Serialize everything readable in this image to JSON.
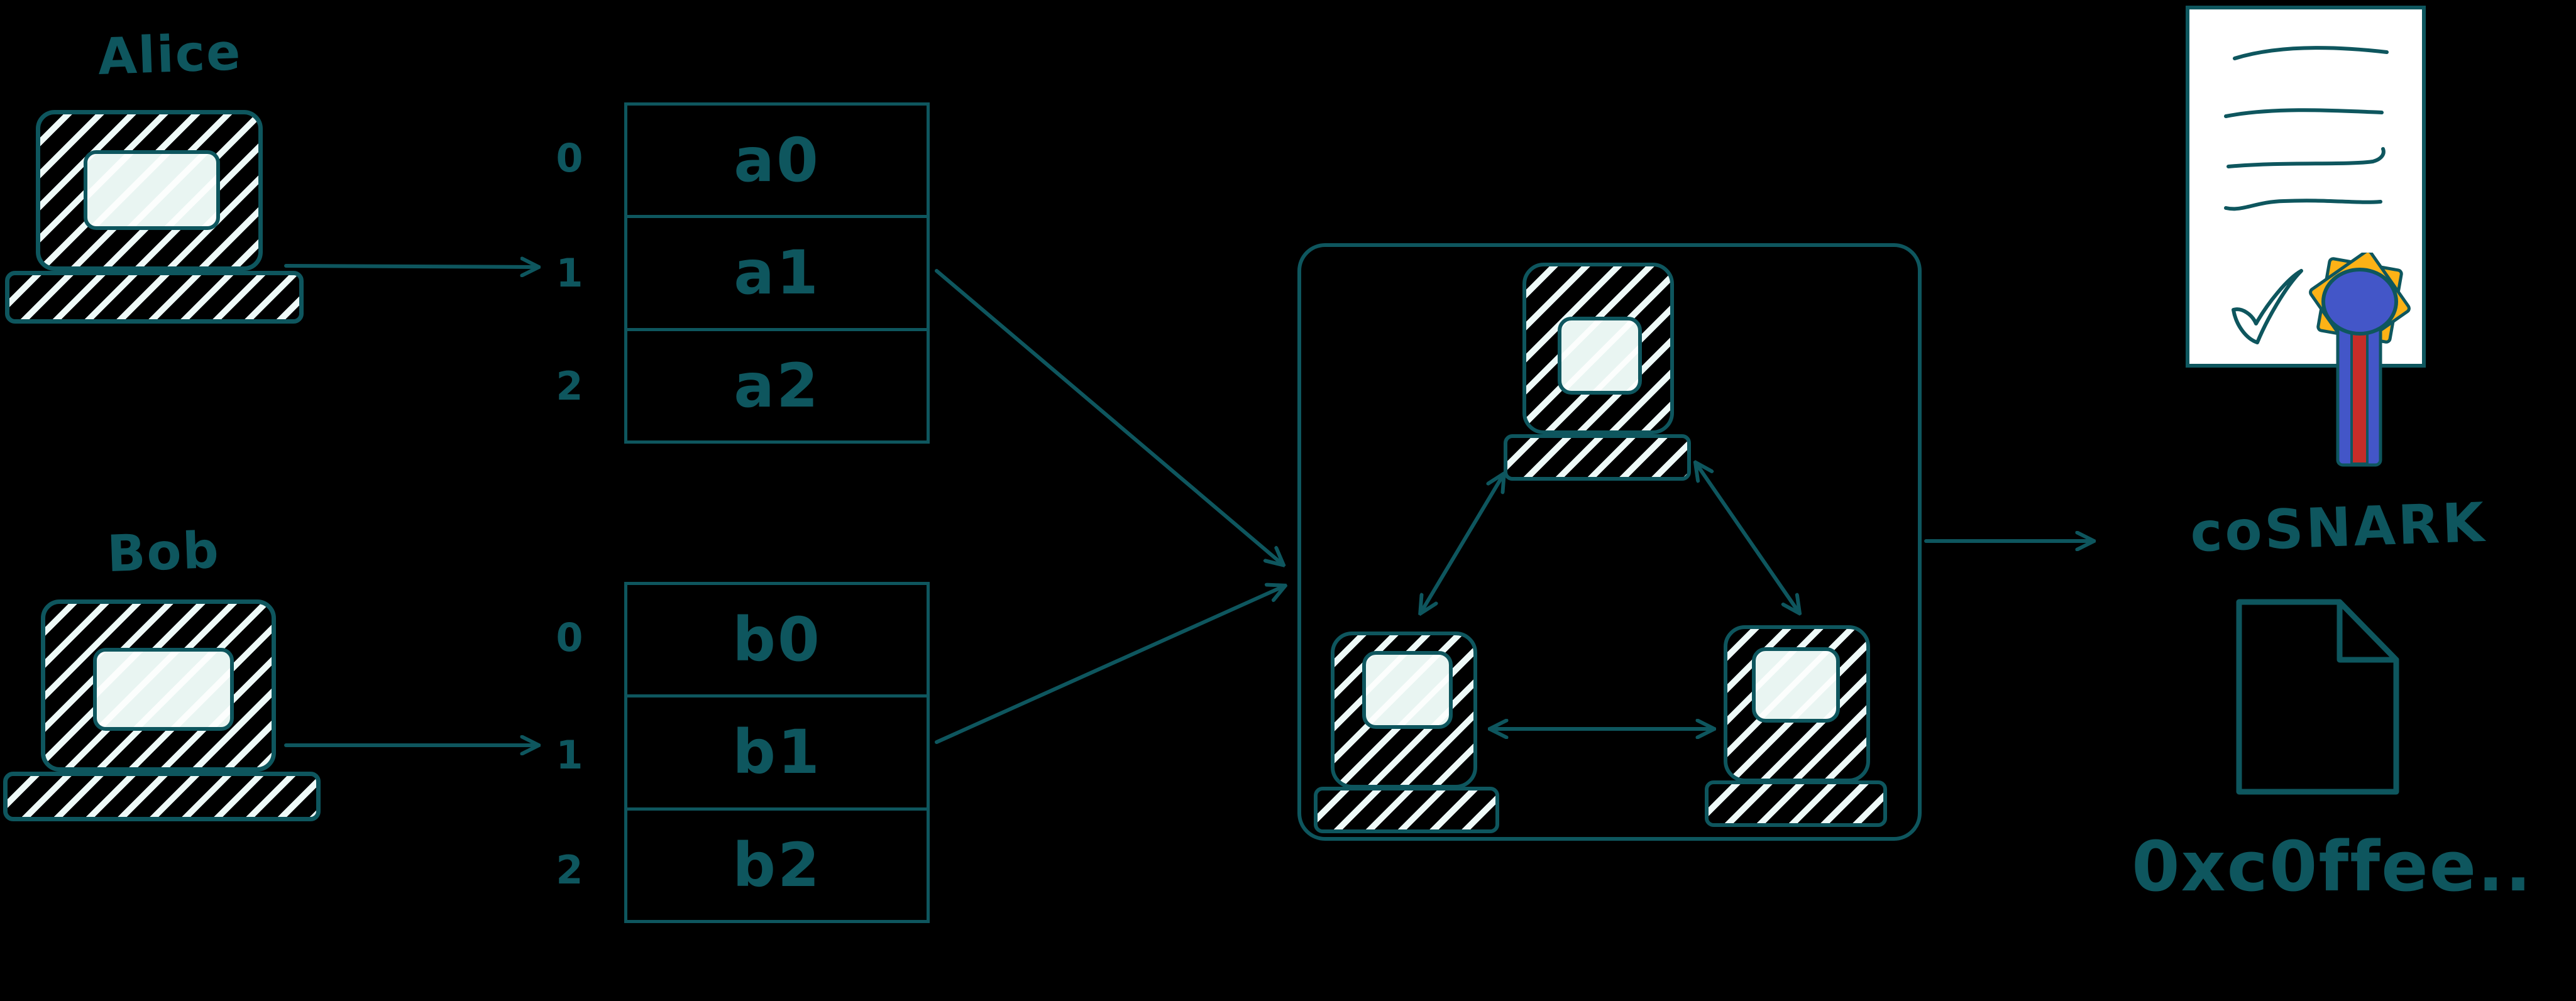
{
  "colors": {
    "bg": "#000000",
    "ink": "#0e565e",
    "hatch": "#eefaf8",
    "screen": "#e9f5f2",
    "paper": "#ffffff",
    "seal_blue": "#4356c8",
    "seal_yellow": "#fcb216",
    "seal_red": "#c62d28"
  },
  "alice": {
    "label": "Alice"
  },
  "bob": {
    "label": "Bob"
  },
  "table_a": {
    "rows": [
      {
        "index": "0",
        "value": "a0"
      },
      {
        "index": "1",
        "value": "a1"
      },
      {
        "index": "2",
        "value": "a2"
      }
    ]
  },
  "table_b": {
    "rows": [
      {
        "index": "0",
        "value": "b0"
      },
      {
        "index": "1",
        "value": "b1"
      },
      {
        "index": "2",
        "value": "b2"
      }
    ]
  },
  "certificate": {
    "label": "coSNARK"
  },
  "output": {
    "label": "0xc0ffee.."
  },
  "icons": {
    "alice_device": "laptop-icon",
    "bob_device": "laptop-icon",
    "mpc_nodes": "computer-icon",
    "proof": "certificate-with-seal-icon",
    "result": "document-icon",
    "connectors": "arrow-icon"
  }
}
